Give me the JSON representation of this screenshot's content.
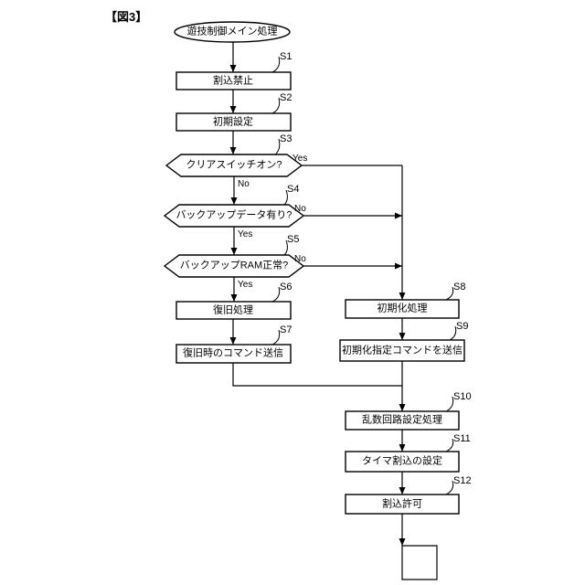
{
  "figure_label": "【図3】",
  "flowchart": {
    "start": "遊技制御メイン処理",
    "steps": {
      "s1": {
        "id": "S1",
        "label": "割込禁止"
      },
      "s2": {
        "id": "S2",
        "label": "初期設定"
      },
      "s3": {
        "id": "S3",
        "label": "クリアスイッチオン?",
        "yes": "Yes",
        "no": "No"
      },
      "s4": {
        "id": "S4",
        "label": "バックアップデータ有り?",
        "yes": "Yes",
        "no": "No"
      },
      "s5": {
        "id": "S5",
        "label": "バックアップRAM正常?",
        "yes": "Yes",
        "no": "No"
      },
      "s6": {
        "id": "S6",
        "label": "復旧処理"
      },
      "s7": {
        "id": "S7",
        "label": "復旧時のコマンド送信"
      },
      "s8": {
        "id": "S8",
        "label": "初期化処理"
      },
      "s9": {
        "id": "S9",
        "label": "初期化指定コマンドを送信"
      },
      "s10": {
        "id": "S10",
        "label": "乱数回路設定処理"
      },
      "s11": {
        "id": "S11",
        "label": "タイマ割込の設定"
      },
      "s12": {
        "id": "S12",
        "label": "割込許可"
      }
    }
  }
}
